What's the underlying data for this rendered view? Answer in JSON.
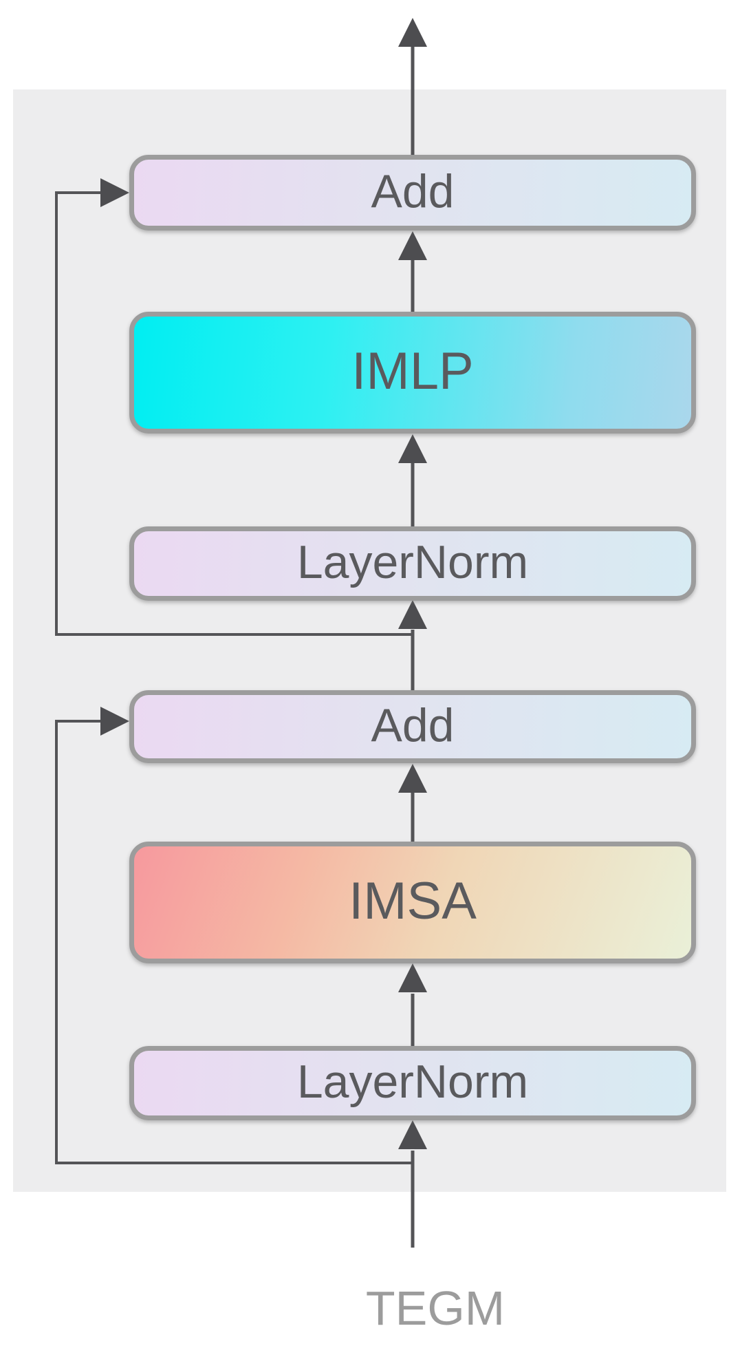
{
  "diagram": {
    "input_label": "TEGM",
    "blocks": [
      {
        "id": "add-top",
        "label": "Add"
      },
      {
        "id": "imlp",
        "label": "IMLP"
      },
      {
        "id": "layernorm-top",
        "label": "LayerNorm"
      },
      {
        "id": "add-bottom",
        "label": "Add"
      },
      {
        "id": "imsa",
        "label": "IMSA"
      },
      {
        "id": "layernorm-bottom",
        "label": "LayerNorm"
      }
    ],
    "colors": {
      "page_bg": "#FFFFFF",
      "panel_bg": "#EDEDEE",
      "box_border": "#9C9C9C",
      "box_text": "#5A5A5D",
      "connector": "#545457",
      "input_label_text": "#9C9C9C",
      "add_layernorm_gradient": [
        "#EBD9F2",
        "#D7EBF3"
      ],
      "imlp_gradient": [
        "#00EEF2",
        "#AAD7EC"
      ],
      "imsa_gradient": [
        "#F6999E",
        "#F0D6B6",
        "#EAF0D8"
      ]
    }
  }
}
